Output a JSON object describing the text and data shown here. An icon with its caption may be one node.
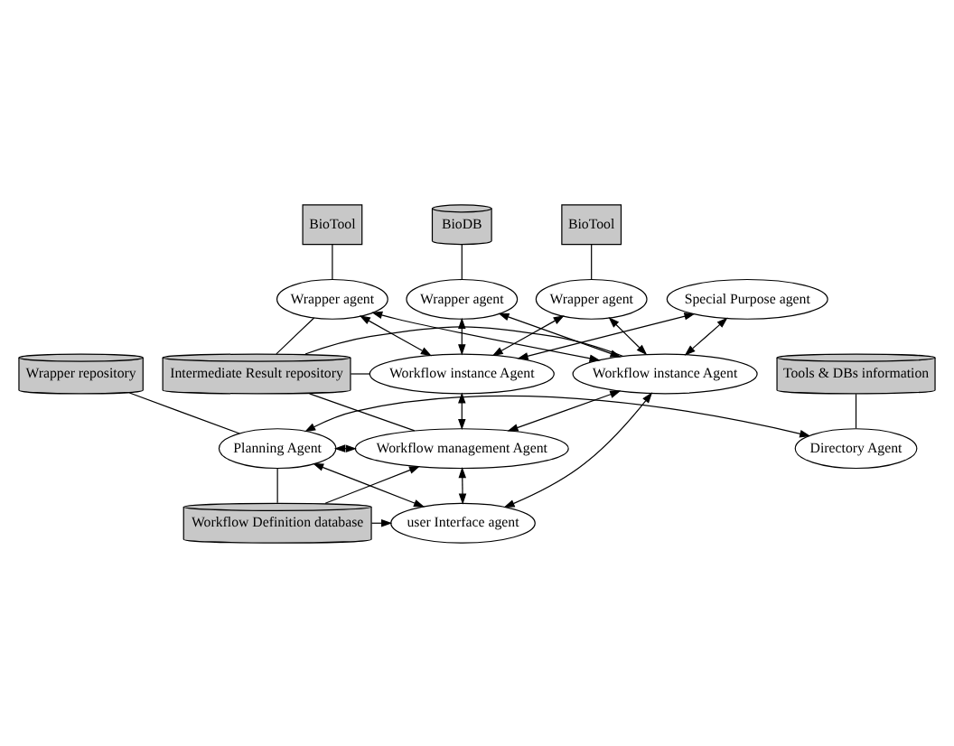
{
  "diagram": {
    "nodes": [
      {
        "text": [
          "BioDB"
        ]
      },
      {
        "text": [
          "BioTool"
        ]
      },
      {
        "text": [
          "BioTool"
        ]
      },
      {
        "text": [
          "Special Purpose agent"
        ]
      },
      {
        "text": [
          "Wrapper agent"
        ]
      },
      {
        "text": [
          "Wrapper agent"
        ]
      },
      {
        "text": [
          "Wrapper agent"
        ]
      },
      {
        "text": [
          "Tools & DBs information"
        ]
      },
      {
        "text": [
          "Wrapper repository"
        ]
      },
      {
        "text": [
          "Workflow instance Agent"
        ]
      },
      {
        "text": [
          "Intermediate Result repository"
        ]
      },
      {
        "text": [
          "Workflow instance Agent"
        ]
      },
      {
        "text": [
          "Directory Agent"
        ]
      },
      {
        "text": [
          "Planning Agent"
        ]
      },
      {
        "text": [
          "Workflow management Agent"
        ]
      },
      {
        "text": [
          "Workflow Definition database"
        ]
      },
      {
        "text": [
          "user Interface agent"
        ]
      }
    ],
    "edges": [
      {
        "from": 0,
        "to": 4,
        "arrow": "none"
      },
      {
        "from": 1,
        "to": 5,
        "arrow": "none"
      },
      {
        "from": 2,
        "to": 6,
        "arrow": "none"
      },
      {
        "from": 3,
        "to": 9,
        "arrow": "both"
      },
      {
        "from": 3,
        "to": 11,
        "arrow": "both"
      },
      {
        "from": 4,
        "to": 9,
        "arrow": "both"
      },
      {
        "from": 4,
        "to": 11,
        "arrow": "both"
      },
      {
        "from": 5,
        "to": 9,
        "arrow": "both"
      },
      {
        "from": 5,
        "to": 11,
        "arrow": "both"
      },
      {
        "from": 6,
        "to": 9,
        "arrow": "both"
      },
      {
        "from": 6,
        "to": 11,
        "arrow": "both"
      },
      {
        "from": 5,
        "to": 10,
        "arrow": "none"
      },
      {
        "from": 9,
        "to": 10,
        "arrow": "none"
      },
      {
        "from": 10,
        "to": 11,
        "arrow": "none"
      },
      {
        "from": 7,
        "to": 12,
        "arrow": "none"
      },
      {
        "from": 8,
        "to": 13,
        "arrow": "none"
      },
      {
        "from": 9,
        "to": 14,
        "arrow": "both"
      },
      {
        "from": 11,
        "to": 14,
        "arrow": "both"
      },
      {
        "from": 10,
        "to": 14,
        "arrow": "none"
      },
      {
        "from": 9,
        "to": 16,
        "arrow": "both"
      },
      {
        "from": 12,
        "to": 13,
        "arrow": "both"
      },
      {
        "from": 13,
        "to": 14,
        "arrow": "both"
      },
      {
        "from": 15,
        "to": 13,
        "arrow": "none"
      },
      {
        "from": 15,
        "to": 14,
        "arrow": "to"
      },
      {
        "from": 15,
        "to": 16,
        "arrow": "to"
      },
      {
        "from": 13,
        "to": 16,
        "arrow": "both"
      },
      {
        "from": 16,
        "to": 14,
        "arrow": "both"
      }
    ]
  }
}
